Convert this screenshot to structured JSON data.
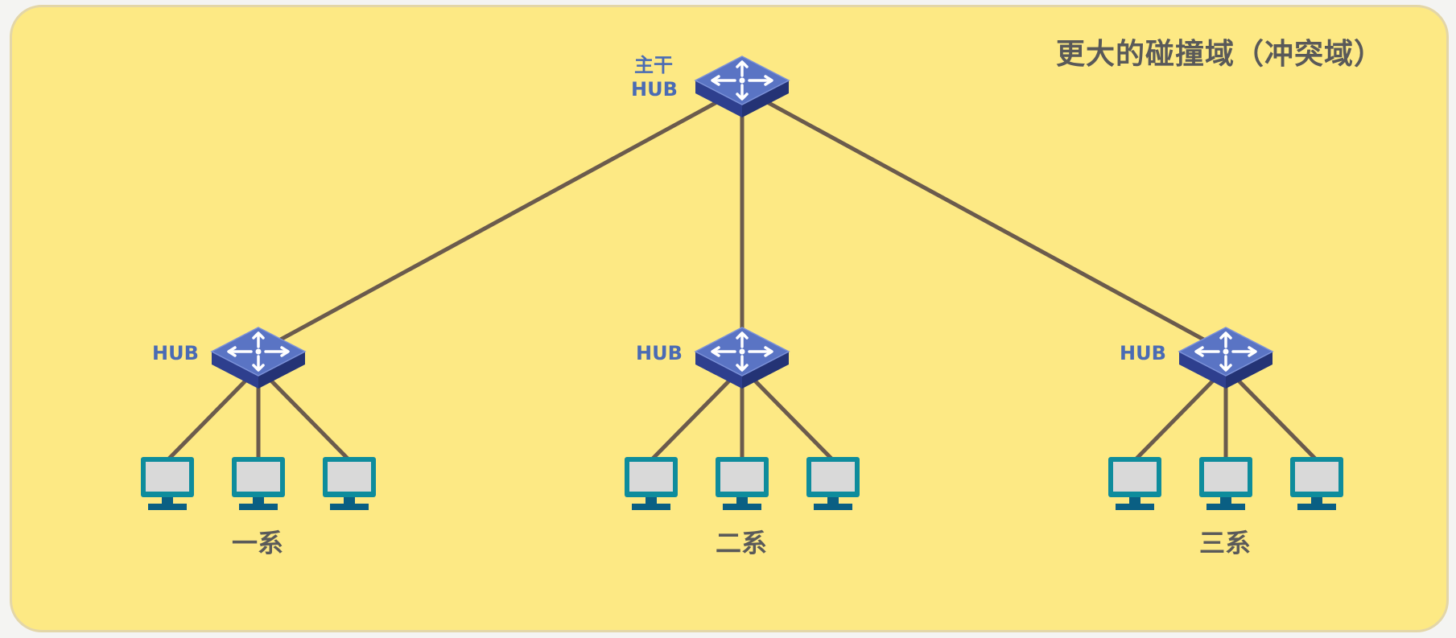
{
  "title": "更大的碰撞域（冲突域）",
  "backbone": {
    "label_line1": "主干",
    "label_line2": "HUB"
  },
  "groups": [
    {
      "hub_label": "HUB",
      "name": "一系"
    },
    {
      "hub_label": "HUB",
      "name": "二系"
    },
    {
      "hub_label": "HUB",
      "name": "三系"
    }
  ],
  "colors": {
    "background": "#fde984",
    "link": "#6b5b4d",
    "hub_top": "#5a74c4",
    "hub_side": "#2e3f8e",
    "monitor_frame": "#0e8c9c",
    "monitor_screen": "#d9d9d9",
    "monitor_base": "#0a5f83",
    "label_blue": "#4a6bb4"
  },
  "icons": {
    "hub": "hub-icon",
    "computer": "computer-icon"
  }
}
